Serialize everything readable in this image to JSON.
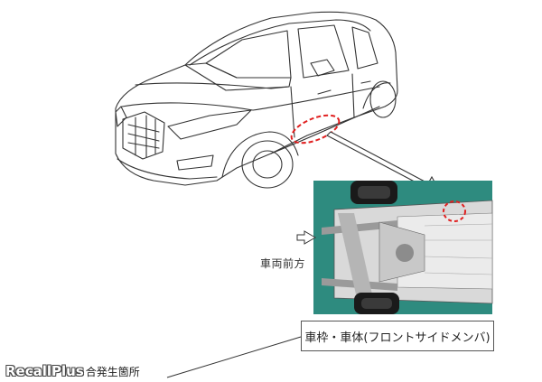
{
  "labels": {
    "direction": "車両前方",
    "callout": "車枠・車体(フロントサイドメンバ)",
    "caption": "合発生箇所"
  },
  "watermark": {
    "text": "RecallPlus"
  },
  "colors": {
    "highlight": "#e02020",
    "underbody_background": "#2e8b7f",
    "line": "#333333"
  }
}
